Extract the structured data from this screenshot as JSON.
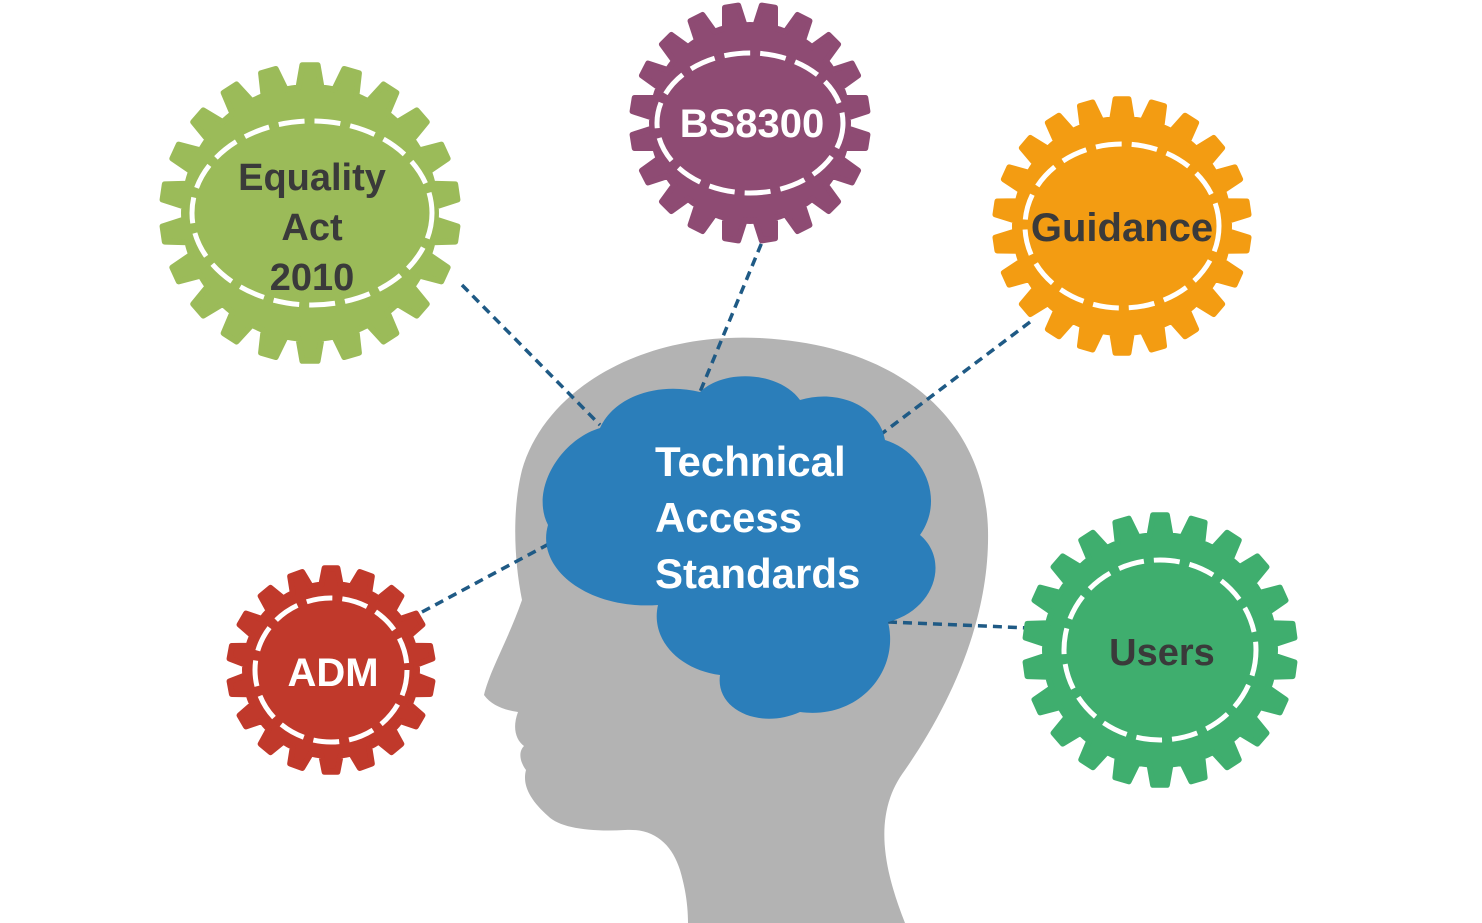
{
  "center": {
    "lines": [
      "Technical",
      "Access",
      "Standards"
    ],
    "color": "#2B7EBA",
    "text_color": "#FFFFFF"
  },
  "head": {
    "color": "#B3B3B3"
  },
  "connector": {
    "color": "#1F5A85"
  },
  "gears": [
    {
      "id": "equality-act",
      "lines": [
        "Equality",
        "Act",
        "2010"
      ],
      "color": "#9BBB59",
      "text_color": "#3A3A3A"
    },
    {
      "id": "bs8300",
      "lines": [
        "BS8300"
      ],
      "color": "#8E4B73",
      "text_color": "#FFFFFF"
    },
    {
      "id": "guidance",
      "lines": [
        "Guidance"
      ],
      "color": "#F39C12",
      "text_color": "#3A3A3A"
    },
    {
      "id": "adm",
      "lines": [
        "ADM"
      ],
      "color": "#C0392B",
      "text_color": "#FFFFFF"
    },
    {
      "id": "users",
      "lines": [
        "Users"
      ],
      "color": "#3FAE6E",
      "text_color": "#3A3A3A"
    }
  ]
}
